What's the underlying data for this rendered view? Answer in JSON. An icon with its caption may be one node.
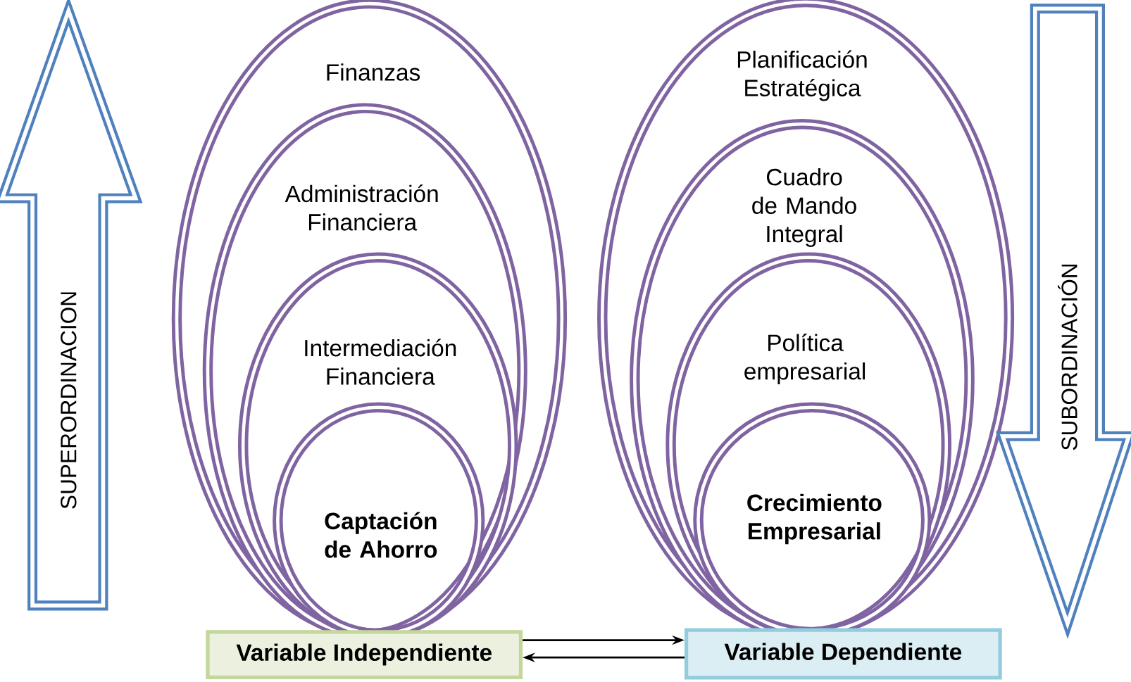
{
  "diagram": {
    "nodes": [
      {
        "text": [
          "SUPERORDINACION"
        ]
      },
      {
        "text": [
          "Finanzas"
        ]
      },
      {
        "text": [
          "Administración Financiera"
        ],
        "in": 1
      },
      {
        "text": [
          "Intermediación Financiera"
        ],
        "in": 2
      },
      {
        "text": [
          "Captación de Ahorro"
        ],
        "in": 3
      },
      {
        "text": [
          "Planificación Estratégica"
        ]
      },
      {
        "text": [
          "Cuadro de Mando Integral"
        ],
        "in": 5
      },
      {
        "text": [
          "Política empresarial"
        ],
        "in": 6
      },
      {
        "text": [
          "Crecimiento Empresarial"
        ],
        "in": 7
      },
      {
        "text": [
          "SUBORDINACIÓN"
        ]
      },
      {
        "text": [
          "Variable Independiente"
        ]
      },
      {
        "text": [
          "Variable Dependiente"
        ]
      }
    ],
    "edges": [
      {
        "from": 10,
        "to": 11,
        "arrow": "to"
      },
      {
        "from": 11,
        "to": 10,
        "arrow": "to"
      }
    ]
  }
}
